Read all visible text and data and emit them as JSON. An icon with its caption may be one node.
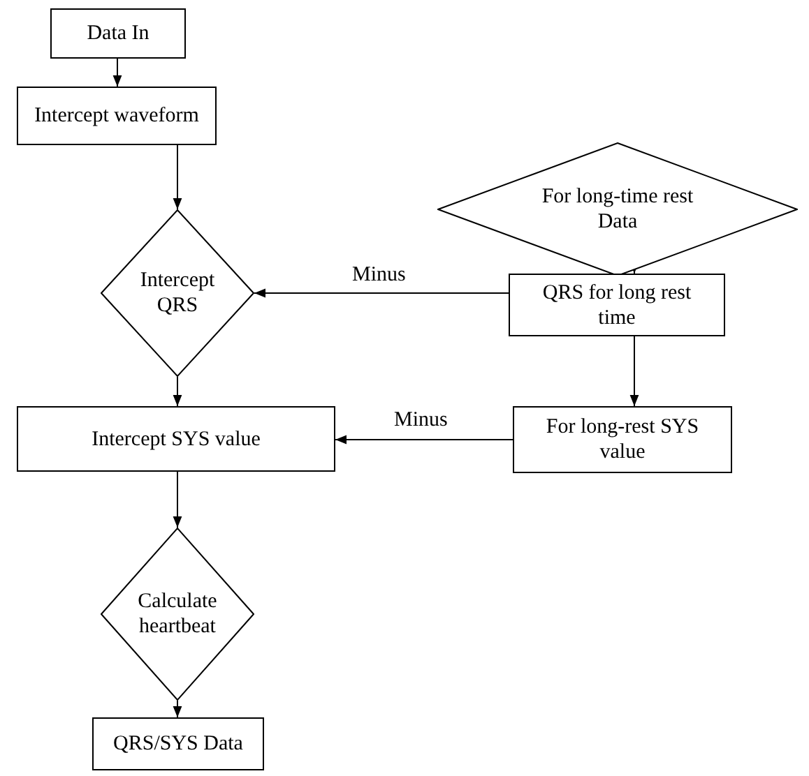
{
  "diagram": {
    "nodes": [
      {
        "text": [
          "Data In"
        ]
      },
      {
        "text": [
          "Intercept waveform"
        ]
      },
      {
        "text": [
          "For long-time rest Data"
        ]
      },
      {
        "text": [
          "Intercept QRS"
        ]
      },
      {
        "text": [
          "QRS for long rest time"
        ]
      },
      {
        "text": [
          "Intercept SYS value"
        ]
      },
      {
        "text": [
          "For long-rest SYS value"
        ]
      },
      {
        "text": [
          "Calculate heartbeat"
        ]
      },
      {
        "text": [
          "QRS/SYS Data"
        ]
      }
    ],
    "edges": [
      {
        "from": 0,
        "to": 1,
        "arrow": "to"
      },
      {
        "from": 1,
        "to": 3,
        "arrow": "to"
      },
      {
        "from": 2,
        "to": 4,
        "arrow": "to"
      },
      {
        "from": 4,
        "to": 3,
        "arrow": "to",
        "label": "Minus"
      },
      {
        "from": 3,
        "to": 5,
        "arrow": "to"
      },
      {
        "from": 4,
        "to": 6,
        "arrow": "to"
      },
      {
        "from": 6,
        "to": 5,
        "arrow": "to",
        "label": "Minus"
      },
      {
        "from": 5,
        "to": 7,
        "arrow": "to"
      },
      {
        "from": 7,
        "to": 8,
        "arrow": "to"
      }
    ]
  }
}
